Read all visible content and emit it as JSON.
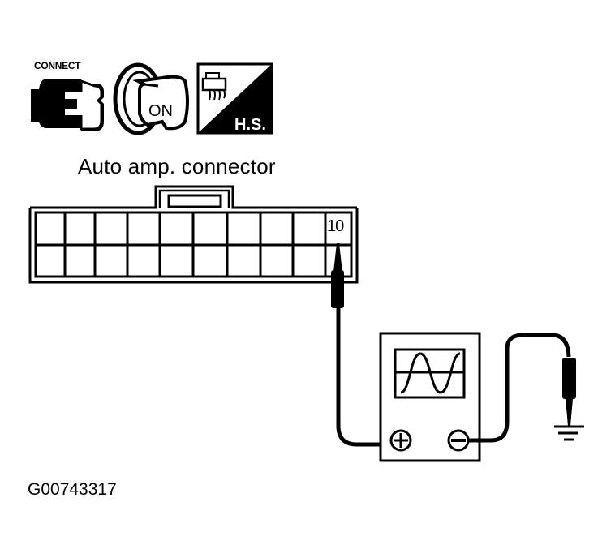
{
  "icons": {
    "connect": {
      "label": "CONNECT",
      "semantic": "connector-plug-icon"
    },
    "ignition": {
      "label": "ON",
      "semantic": "ignition-key-on-icon"
    },
    "harness_sign": {
      "label": "H.S.",
      "semantic": "harness-sign-icon"
    }
  },
  "connector": {
    "title": "Auto amp. connector",
    "rows": 2,
    "columns": 10,
    "highlighted_pin": "10"
  },
  "oscilloscope": {
    "positive_terminal": "+",
    "negative_terminal": "−",
    "waveform": "sine",
    "ground_symbol": "ground-icon"
  },
  "figure_id": "G00743317",
  "colors": {
    "ink": "#000000",
    "paper": "#ffffff"
  }
}
